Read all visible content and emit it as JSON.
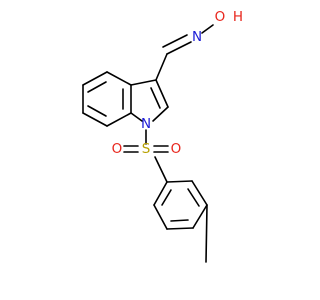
{
  "colors": {
    "bond": "#000000",
    "nitrogen": "#1d1dd6",
    "oxygen": "#e8261d",
    "sulfur": "#b8a100",
    "background": "#ffffff"
  },
  "atoms": {
    "hydroxyl_oxygen": "O",
    "hydroxyl_hydrogen": "H",
    "oxime_nitrogen": "N",
    "indole_nitrogen": "N",
    "sulfur": "S",
    "sulfonyl_oxygen_left": "O",
    "sulfonyl_oxygen_right": "O"
  }
}
